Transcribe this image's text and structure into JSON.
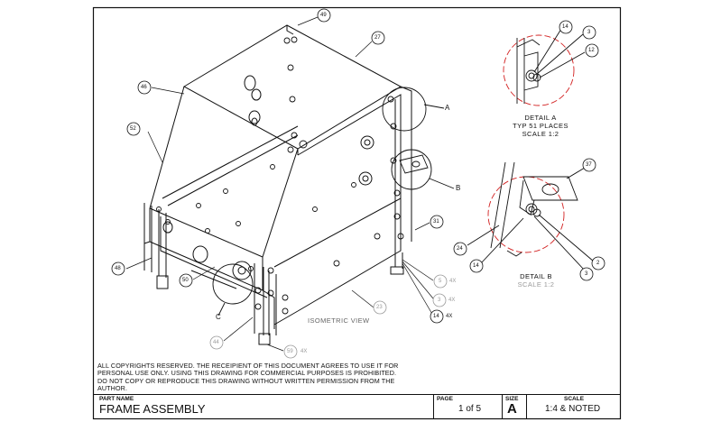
{
  "balloons": {
    "b49": "49",
    "b27": "27",
    "b46": "46",
    "b52": "52",
    "b48": "48",
    "b50": "50",
    "b44": "44",
    "b59": "59",
    "b59_qty": "4X",
    "b23": "23",
    "b5": "5",
    "b5_qty": "4X",
    "b3": "3",
    "b3_qty": "4X",
    "b14": "14",
    "b14_qty": "4X",
    "b31": "31",
    "bA14": "14",
    "bA3": "3",
    "bA12": "12",
    "bB37": "37",
    "bB24": "24",
    "bB14": "14",
    "bB2": "2",
    "bB3": "3"
  },
  "detail_labels": {
    "a": "A",
    "b": "B",
    "c": "C"
  },
  "view_label": "ISOMETRIC VIEW",
  "detail_a": {
    "title": "DETAIL A",
    "note": "TYP 51 PLACES",
    "scale": "SCALE 1:2"
  },
  "detail_b": {
    "title": "DETAIL B",
    "scale": "SCALE 1:2"
  },
  "copyright": "ALL COPYRIGHTS RESERVED. THE RECEIPIENT OF THIS DOCUMENT AGREES TO USE IT FOR PERSONAL USE ONLY. USING THIS DRAWING FOR COMMERCIAL PURPOSES IS PROHIBITED. DO NOT COPY OR REPRODUCE THIS DRAWING WITHOUT WRITTEN PERMISSION FROM THE AUTHOR.",
  "title_block": {
    "part_name_label": "PART NAME",
    "part_name": "FRAME ASSEMBLY",
    "page_label": "PAGE",
    "page": "1 of 5",
    "size_label": "SIZE",
    "size": "A",
    "scale_label": "SCALE",
    "scale": "1:4 & NOTED"
  },
  "colors": {
    "line": "#111111",
    "detail_circle": "#d22020",
    "faint_text": "#9a9a9a"
  }
}
